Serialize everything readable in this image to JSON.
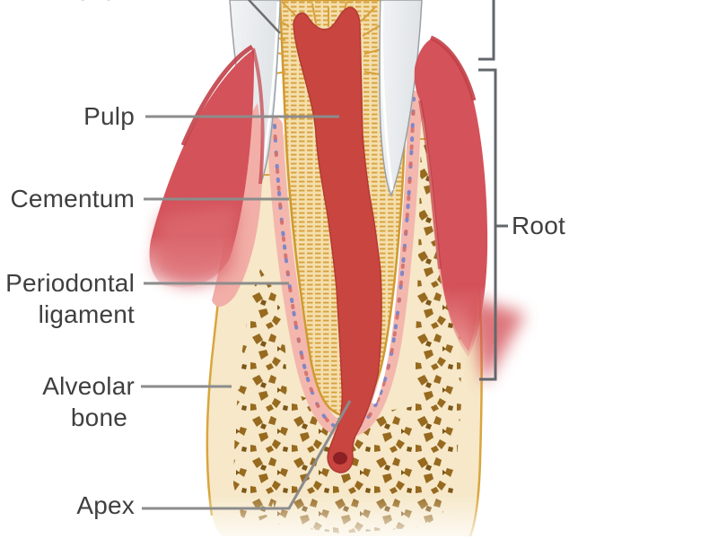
{
  "figure": {
    "description": "Cross-section diagram of a tooth and its supporting structures (crown partially cropped at top)",
    "labels": {
      "dentin": "Dentin",
      "pulp": "Pulp",
      "cementum": "Cementum",
      "periodontal_ligament": [
        "Periodontal",
        "ligament"
      ],
      "alveolar_bone": [
        "Alveolar",
        "bone"
      ],
      "apex": "Apex",
      "root": "Root"
    },
    "colors": {
      "background": "#ffffff",
      "label_text": "#3f3f3f",
      "leader_line": "#8c8c8c",
      "bracket_line": "#63676b",
      "pulp_red": "#c8463f",
      "apical_foramen_dark_red": "#8c2024",
      "gum_red": "#d4525a",
      "gum_dark_edge": "#c24048",
      "gum_inner_pink": "#f2afa8",
      "enamel_gray": "#e9ebed",
      "enamel_outline": "#9aa0a5",
      "dentin_base": "#f4dfae",
      "dentin_stripe_gold": "#d7a13c",
      "cementum_gold": "#cf9a33",
      "bone_beige": "#f6e8c8",
      "bone_edge_gold": "#d9a53d",
      "bone_speckle_brown": "#976a1f",
      "ligament_pink": "#f3b7ae",
      "ligament_fiber_blue": "#8087c6",
      "ligament_fiber_red": "#d4706a"
    }
  }
}
